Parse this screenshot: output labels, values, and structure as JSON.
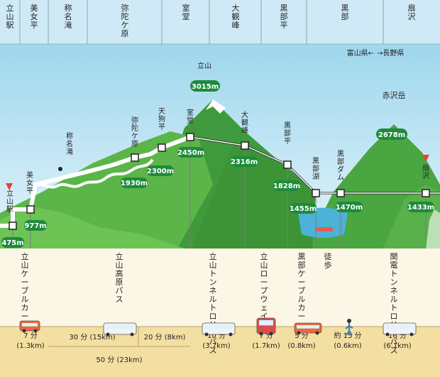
{
  "header_stations": [
    {
      "id": "tateyama-eki",
      "label": "立山駅"
    },
    {
      "id": "bijodaira",
      "label": "美女平"
    },
    {
      "id": "shomyodaki",
      "label": "称名滝"
    },
    {
      "id": "midagahara",
      "label": "弥陀ケ原"
    },
    {
      "id": "murodo",
      "label": "室堂"
    },
    {
      "id": "daikanbo",
      "label": "大観峰"
    },
    {
      "id": "kurobedaira",
      "label": "黒部平"
    },
    {
      "id": "kurobe",
      "label": "黒部"
    },
    {
      "id": "ogizawa",
      "label": "扇沢"
    }
  ],
  "prefecture_labels": {
    "toyama": "富山県←",
    "nagano": "→長野県"
  },
  "peaks": [
    {
      "id": "tateyama",
      "name": "立山",
      "elevation": "3015m"
    },
    {
      "id": "akazawadake",
      "name": "赤沢岳",
      "elevation": "2678m"
    }
  ],
  "route_stops": [
    {
      "id": "tateyama-eki",
      "label": "立山駅",
      "elevation": "475m"
    },
    {
      "id": "bijodaira",
      "label": "美女平",
      "elevation": "977m"
    },
    {
      "id": "shomyodaki",
      "label": "称名滝",
      "elevation": ""
    },
    {
      "id": "midagahara",
      "label": "弥陀ケ原",
      "elevation": "1930m"
    },
    {
      "id": "tengudaira",
      "label": "天狗平",
      "elevation": "2300m"
    },
    {
      "id": "murodo",
      "label": "室堂",
      "elevation": "2450m"
    },
    {
      "id": "daikanbo",
      "label": "大観峰",
      "elevation": "2316m"
    },
    {
      "id": "kurobedaira",
      "label": "黒部平",
      "elevation": "1828m"
    },
    {
      "id": "kurobeko",
      "label": "黒部湖",
      "elevation": "1455m"
    },
    {
      "id": "kurobedamu",
      "label": "黒部ダム",
      "elevation": "1470m"
    },
    {
      "id": "ogizawa",
      "label": "扇沢",
      "elevation": "1433m"
    }
  ],
  "transports": [
    {
      "id": "cable-car-1",
      "label": "立山ケーブルカー",
      "time": "7 分",
      "distance": "(1.3km)"
    },
    {
      "id": "kogen-bus",
      "label": "立山高原バス",
      "time": "50 分 (23km)",
      "segments": [
        {
          "time": "30 分 (15km)"
        },
        {
          "time": "20 分 (8km)"
        }
      ]
    },
    {
      "id": "tunnel-trolley-1",
      "label": "立山トンネルトロリーバス",
      "time": "10 分",
      "distance": "(3.7km)"
    },
    {
      "id": "ropeway",
      "label": "立山ロープウェイ",
      "time": "7 分",
      "distance": "(1.7km)"
    },
    {
      "id": "cable-car-2",
      "label": "黒部ケーブルカー",
      "time": "5 分",
      "distance": "(0.8km)"
    },
    {
      "id": "walk",
      "label": "徒歩",
      "time": "約 15 分",
      "distance": "(0.6km)"
    },
    {
      "id": "kanden-trolley",
      "label": "関電トンネルトロリーバス",
      "time": "16 分",
      "distance": "(6.1km)"
    }
  ]
}
